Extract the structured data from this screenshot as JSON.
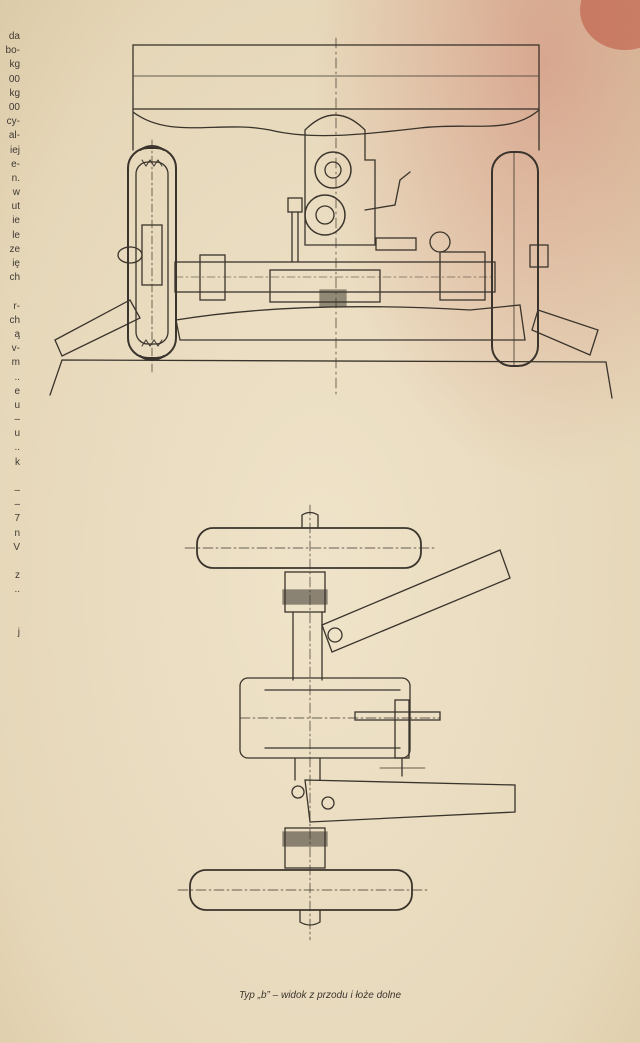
{
  "margin_text": [
    "da",
    "bo-",
    "kg",
    "00",
    "kg",
    "00",
    "cy-",
    "al-",
    "iej",
    "e-",
    "n.",
    "w",
    "ut",
    "ie",
    "le",
    "ze",
    "ię",
    "ch",
    "",
    "r-",
    "ch",
    "ą",
    "v-",
    "m",
    "..",
    "e",
    "u",
    "–",
    "u",
    "..",
    "k",
    "",
    "–",
    "–",
    "7",
    "n",
    "V",
    "",
    "z",
    "..",
    "",
    "",
    "j"
  ],
  "caption": "Typ „b” – widok z przodu i łoże dolne",
  "colors": {
    "paper": "#eadcc0",
    "ink": "#3a342c",
    "stain": "#c8705f"
  }
}
